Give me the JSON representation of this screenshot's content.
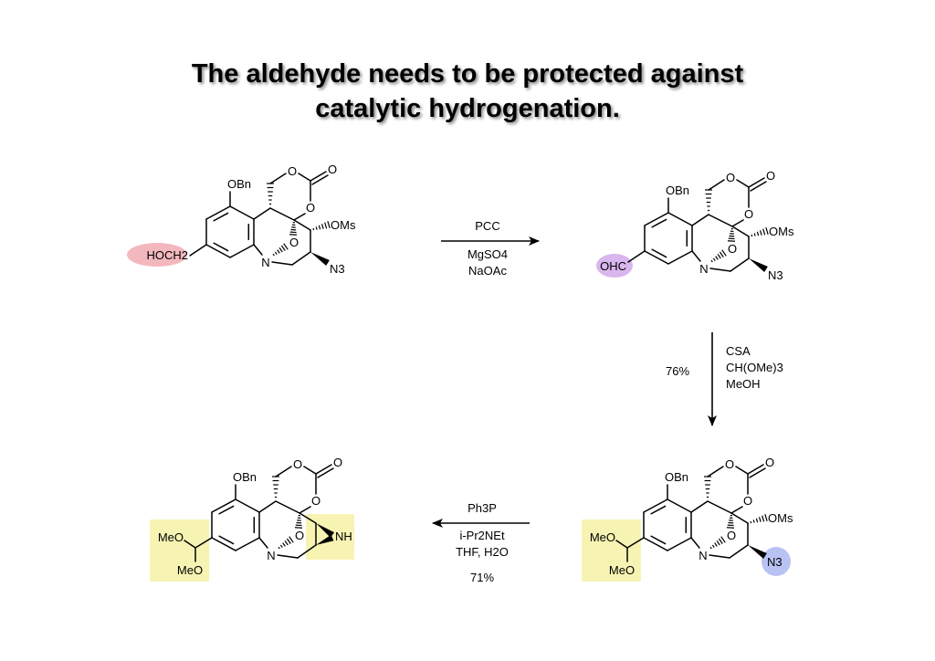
{
  "title": {
    "line1": "The aldehyde needs to be protected against",
    "line2": "catalytic hydrogenation."
  },
  "colors": {
    "hydroxymethyl_highlight": "#f3b8be",
    "aldehyde_highlight": "#d9b6ee",
    "acetal_highlight": "#f7f4b3",
    "azide_highlight": "#b9c3f3",
    "aziridine_highlight": "#f7f4b3"
  },
  "molecules": [
    {
      "name": "starting-alcohol",
      "substituent": "HOCH2",
      "labels": {
        "obn": "OBn",
        "o1": "O",
        "o2": "O",
        "o3": "O",
        "obridge": "O",
        "n": "N",
        "oms": "OMs",
        "n3": "N3"
      }
    },
    {
      "name": "aldehyde",
      "substituent": "OHC",
      "labels": {
        "obn": "OBn",
        "o1": "O",
        "o2": "O",
        "o3": "O",
        "obridge": "O",
        "n": "N",
        "oms": "OMs",
        "n3": "N3"
      }
    },
    {
      "name": "dimethyl-acetal",
      "substituent_top": "MeO",
      "substituent_bottom": "MeO",
      "labels": {
        "obn": "OBn",
        "o1": "O",
        "o2": "O",
        "o3": "O",
        "obridge": "O",
        "n": "N",
        "oms": "OMs",
        "n3": "N3"
      }
    },
    {
      "name": "aziridine-product",
      "substituent_top": "MeO",
      "substituent_bottom": "MeO",
      "labels": {
        "obn": "OBn",
        "o1": "O",
        "o2": "O",
        "o3": "O",
        "obridge": "O",
        "n": "N",
        "nh": "NH"
      }
    }
  ],
  "steps": [
    {
      "name": "oxidation",
      "above": [
        "PCC"
      ],
      "below": [
        "MgSO4",
        "NaOAc"
      ]
    },
    {
      "name": "acetalization",
      "left": [
        "76%"
      ],
      "right": [
        "CSA",
        "CH(OMe)3",
        "MeOH"
      ]
    },
    {
      "name": "staudinger-aziridination",
      "above": [
        "Ph3P"
      ],
      "below": [
        "i-Pr2NEt",
        "THF, H2O",
        "",
        "71%"
      ]
    }
  ]
}
